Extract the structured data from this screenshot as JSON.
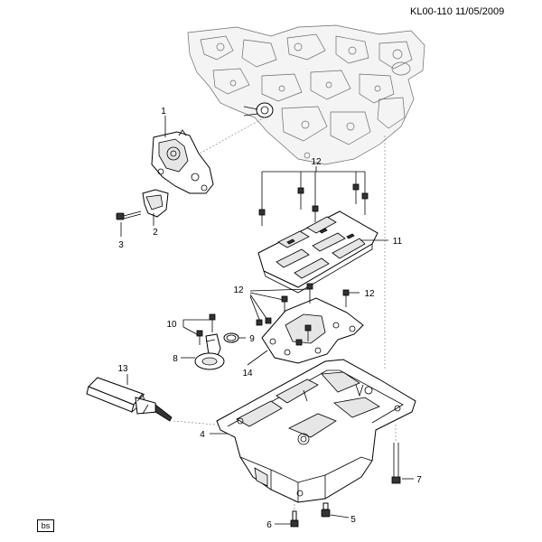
{
  "reference_code": "KL00-110 11/05/2009",
  "footer_badge": "bs",
  "callouts": [
    "1",
    "2",
    "3",
    "4",
    "5",
    "6",
    "7",
    "8",
    "9",
    "10",
    "11",
    "12",
    "12",
    "12",
    "13",
    "14"
  ]
}
